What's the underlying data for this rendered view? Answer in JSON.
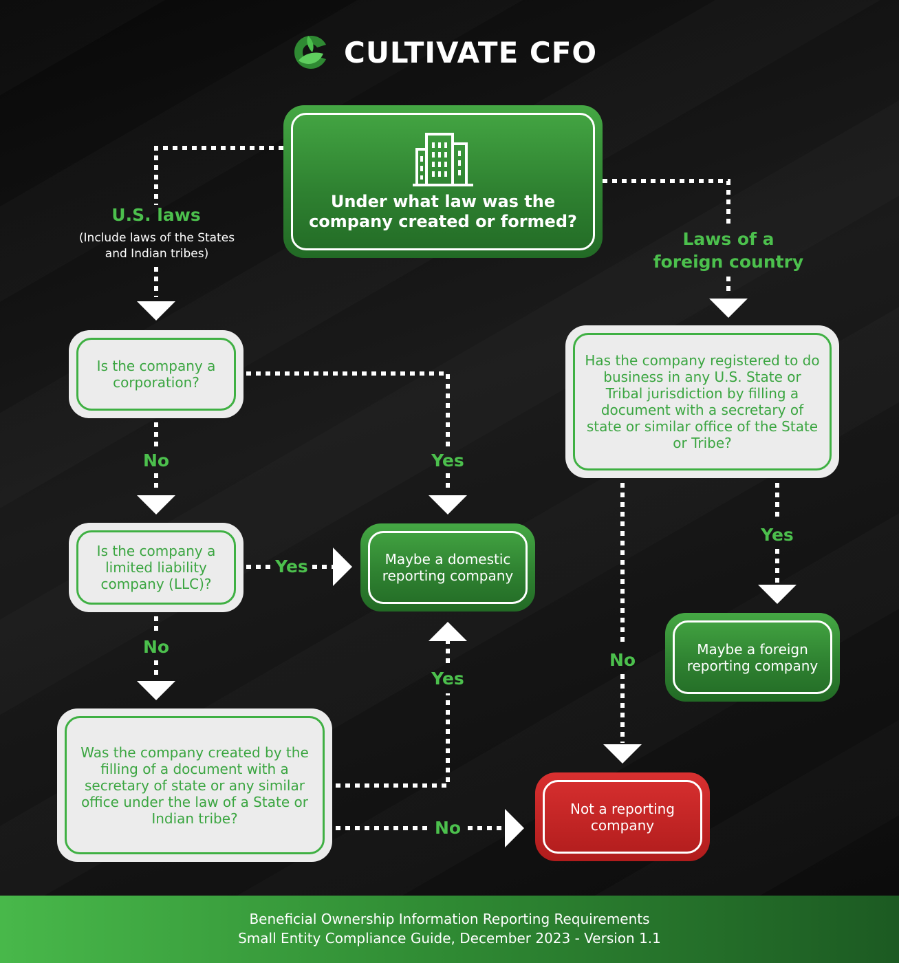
{
  "brand": {
    "name": "CULTIVATE CFO",
    "logo_icon": "leaf-c-logo-icon"
  },
  "colors": {
    "accent_green": "#4cc04d",
    "dark_green": "#2f8231",
    "red": "#c62828",
    "background": "#111111"
  },
  "nodes": {
    "question_law": {
      "text": "Under what law was the company created or formed?",
      "icon": "building-icon"
    },
    "q_corporation": {
      "text": "Is the company a corporation?"
    },
    "q_llc": {
      "text": "Is the company a limited liability company (LLC)?"
    },
    "q_filing": {
      "text": "Was the company created by the filling of a document with a secretary of state or any similar office under the law of a State or Indian tribe?"
    },
    "q_foreign_registered": {
      "text": "Has the company registered to do business in any U.S. State or Tribal jurisdiction by filling a document with a secretary of state or similar office of the State or Tribe?"
    },
    "r_domestic": {
      "text": "Maybe a domestic reporting company"
    },
    "r_foreign": {
      "text": "Maybe a foreign reporting company"
    },
    "r_not": {
      "text": "Not a reporting company"
    }
  },
  "branch_labels": {
    "us_laws": "U.S. laws",
    "us_laws_note": "(Include laws of the States and Indian tribes)",
    "foreign_laws": "Laws of a foreign country",
    "corp_no": "No",
    "corp_yes": "Yes",
    "llc_yes": "Yes",
    "llc_no": "No",
    "filing_yes": "Yes",
    "filing_no": "No",
    "foreign_yes": "Yes",
    "foreign_no": "No"
  },
  "footer": {
    "line1": "Beneficial Ownership Information Reporting Requirements",
    "line2": "Small Entity Compliance Guide, December 2023 - Version 1.1"
  }
}
